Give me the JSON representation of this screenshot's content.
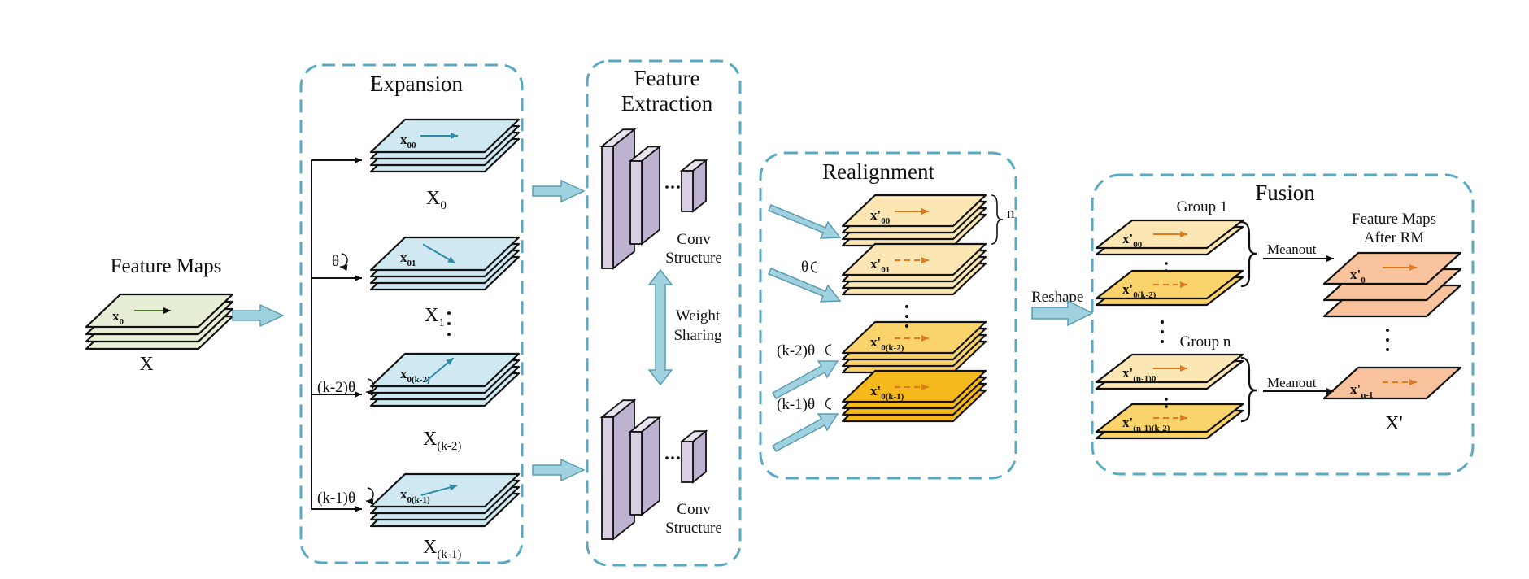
{
  "input": {
    "title": "Feature Maps",
    "map_label": "x",
    "map_sub": "0",
    "caption": "X"
  },
  "expansion": {
    "title": "Expansion",
    "rows": [
      {
        "map_label": "x",
        "map_sub": "00",
        "out": "X",
        "out_sub": "0",
        "angle": "",
        "arrow_deg": 0
      },
      {
        "map_label": "x",
        "map_sub": "01",
        "out": "X",
        "out_sub": "1",
        "angle": "θ",
        "arrow_deg": 30
      },
      {
        "map_label": "x",
        "map_sub": "0(k-2)",
        "out": "X",
        "out_sub": "(k-2)",
        "angle": "(k-2)θ",
        "arrow_deg": -40
      },
      {
        "map_label": "x",
        "map_sub": "0(k-1)",
        "out": "X",
        "out_sub": "(k-1)",
        "angle": "(k-1)θ",
        "arrow_deg": -15
      }
    ]
  },
  "extraction": {
    "title_line1": "Feature",
    "title_line2": "Extraction",
    "conv_line1": "Conv",
    "conv_line2": "Structure",
    "sharing_line1": "Weight",
    "sharing_line2": "Sharing"
  },
  "realignment": {
    "title": "Realignment",
    "n_label": "n",
    "rows": [
      {
        "label": "x'",
        "sub": "00",
        "angle": ""
      },
      {
        "label": "x'",
        "sub": "01",
        "angle": "θ"
      },
      {
        "label": "x'",
        "sub": "0(k-2)",
        "angle": "(k-2)θ"
      },
      {
        "label": "x'",
        "sub": "0(k-1)",
        "angle": "(k-1)θ"
      }
    ]
  },
  "reshape_label": "Reshape",
  "fusion": {
    "title": "Fusion",
    "group1": "Group 1",
    "groupn": "Group n",
    "meanout": "Meanout",
    "out_title_line1": "Feature Maps",
    "out_title_line2": "After RM",
    "g1": [
      {
        "label": "x'",
        "sub": "00"
      },
      {
        "label": "x'",
        "sub": "0(k-2)"
      }
    ],
    "gn": [
      {
        "label": "x'",
        "sub": "(n-1)0"
      },
      {
        "label": "x'",
        "sub": "(n-1)(k-2)"
      }
    ],
    "out_maps": [
      {
        "label": "x'",
        "sub": "0"
      },
      {
        "label": "x'",
        "sub": "n-1"
      }
    ],
    "caption": "X'"
  },
  "colors": {
    "box_border": "#5aa9c2",
    "arrow_fill": "#9fd1df",
    "arrow_stroke": "#5a9db2",
    "input_map": "#e6efd6",
    "exp_map": "#cfe8f1",
    "conv": "#d8cfe3",
    "real_light": "#fbe6b4",
    "real_mid": "#fbd36b",
    "real_dark": "#f5b81d",
    "out_map": "#f7c29c",
    "orange_arrow": "#e07a1f",
    "teal_arrow": "#2e8aa5"
  }
}
